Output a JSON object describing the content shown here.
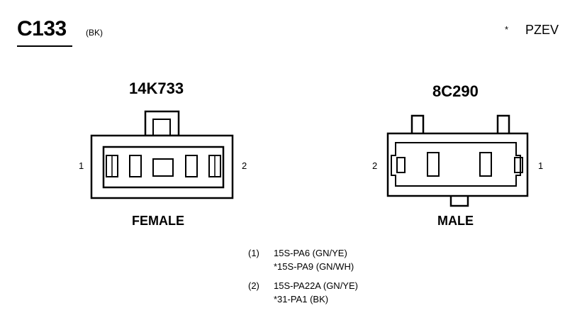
{
  "connector": {
    "id": "C133",
    "color": "(BK)"
  },
  "legend": {
    "symbol": "*",
    "text": "PZEV"
  },
  "female": {
    "part_number": "14K733",
    "label": "FEMALE",
    "pin_left": "1",
    "pin_right": "2"
  },
  "male": {
    "part_number": "8C290",
    "label": "MALE",
    "pin_left": "2",
    "pin_right": "1"
  },
  "circuits": [
    {
      "num": "(1)",
      "line1": "15S-PA6 (GN/YE)",
      "line2": "*15S-PA9 (GN/WH)"
    },
    {
      "num": "(2)",
      "line1": "15S-PA22A (GN/YE)",
      "line2": "*31-PA1 (BK)"
    }
  ]
}
